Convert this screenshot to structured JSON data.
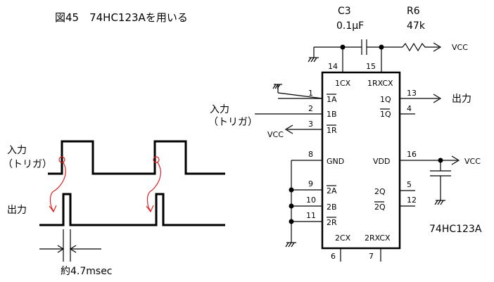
{
  "title": "図45　74HC123Aを用いる",
  "waveform": {
    "input_label": "入力",
    "input_sub": "（トリガ）",
    "output_label": "出力",
    "pulse_width": "約4.7msec"
  },
  "circuit": {
    "c3_name": "C3",
    "c3_value": "0.1μF",
    "r6_name": "R6",
    "r6_value": "47k",
    "vcc": "VCC",
    "input_label": "入力",
    "input_sub": "（トリガ）",
    "output_label": "出力",
    "chip_name": "74HC123A",
    "pins": {
      "p14": "14",
      "p15": "15",
      "p1": "1",
      "p2": "2",
      "p3": "3",
      "p8": "8",
      "p9": "9",
      "p10": "10",
      "p11": "11",
      "p13": "13",
      "p4": "4",
      "p16": "16",
      "p5": "5",
      "p12": "12",
      "p6": "6",
      "p7": "7"
    },
    "chip_pins": {
      "cx1": "1CX",
      "rxcx1": "1RXCX",
      "a1": "1A",
      "b1": "1B",
      "r1": "1R",
      "q1": "1Q",
      "q1bar": "1Q",
      "gnd": "GND",
      "vdd": "VDD",
      "a2": "2A",
      "b2": "2B",
      "r2": "2R",
      "q2": "2Q",
      "q2bar": "2Q",
      "cx2": "2CX",
      "rxcx2": "2RXCX"
    }
  }
}
